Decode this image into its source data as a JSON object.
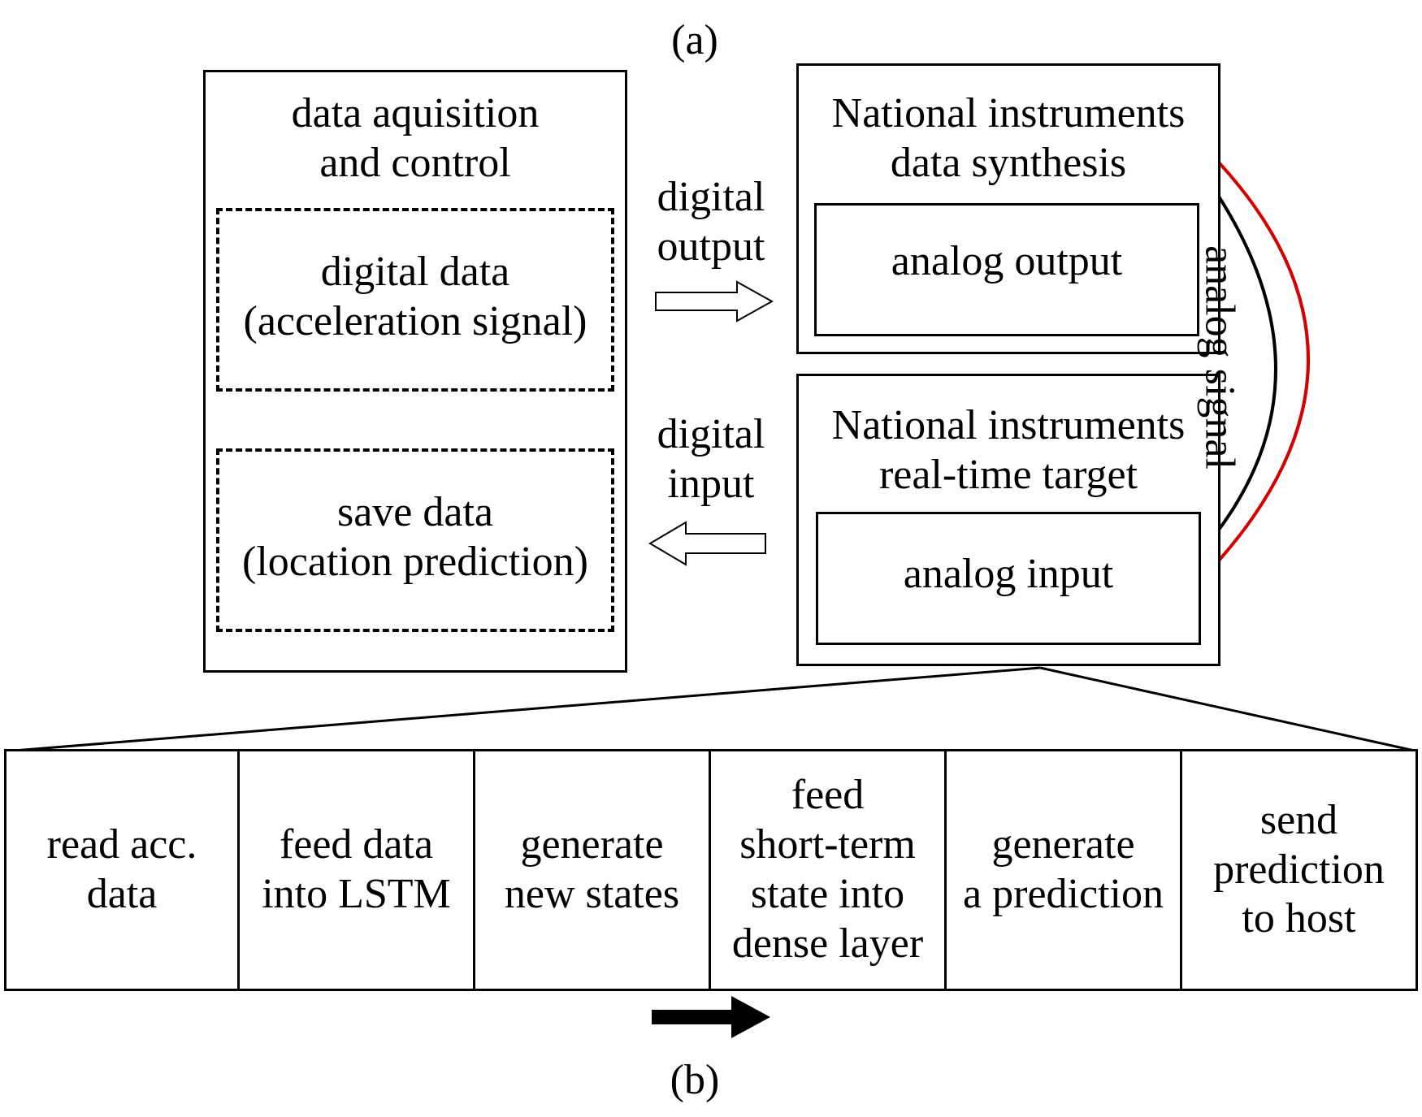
{
  "diagram": {
    "label_a": "(a)",
    "label_b": "(b)",
    "host": {
      "title": "data aquisition\nand control",
      "digital_data": "digital data\n(acceleration signal)",
      "save_data": "save data\n(location prediction)"
    },
    "digital_output_label": "digital\noutput",
    "digital_input_label": "digital\ninput",
    "ni_synthesis": {
      "title": "National instruments\ndata synthesis",
      "inner": "analog output"
    },
    "ni_realtime": {
      "title": "National instruments\nreal-time target",
      "inner": "analog input"
    },
    "analog_signal_label": "analog signal",
    "wire_colors": {
      "red": "#d40000",
      "black": "#000000"
    },
    "pipeline_steps": [
      "read acc.\ndata",
      "feed data\ninto LSTM",
      "generate\nnew states",
      "feed\nshort-term\nstate into\ndense layer",
      "generate\na prediction",
      "send\nprediction\nto host"
    ]
  }
}
